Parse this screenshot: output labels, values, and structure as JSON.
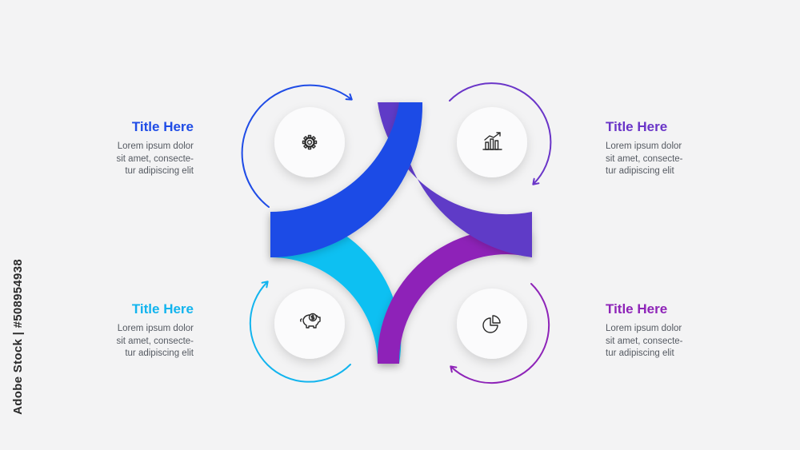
{
  "colors": {
    "background": "#f3f3f4",
    "blue": "#1f4ce6",
    "indigo": "#5b3ac6",
    "cyan": "#0bb4ec",
    "purple": "#8e24b8"
  },
  "steps": [
    {
      "title": "Title Here",
      "description": [
        "Lorem ipsum dolor",
        "sit amet, consecte-",
        "tur adipiscing elit"
      ],
      "icon": "gear-icon",
      "color": "#1f4ce6"
    },
    {
      "title": "Title Here",
      "description": [
        "Lorem ipsum dolor",
        "sit amet, consecte-",
        "tur adipiscing elit"
      ],
      "icon": "bar-chart-icon",
      "color": "#6a35c8"
    },
    {
      "title": "Title Here",
      "description": [
        "Lorem ipsum dolor",
        "sit amet, consecte-",
        "tur adipiscing elit"
      ],
      "icon": "piggy-bank-icon",
      "color": "#12b4ee"
    },
    {
      "title": "Title Here",
      "description": [
        "Lorem ipsum dolor",
        "sit amet, consecte-",
        "tur adipiscing elit"
      ],
      "icon": "pie-chart-icon",
      "color": "#8e24b8"
    }
  ],
  "stock_id": "Adobe Stock | #508954938"
}
